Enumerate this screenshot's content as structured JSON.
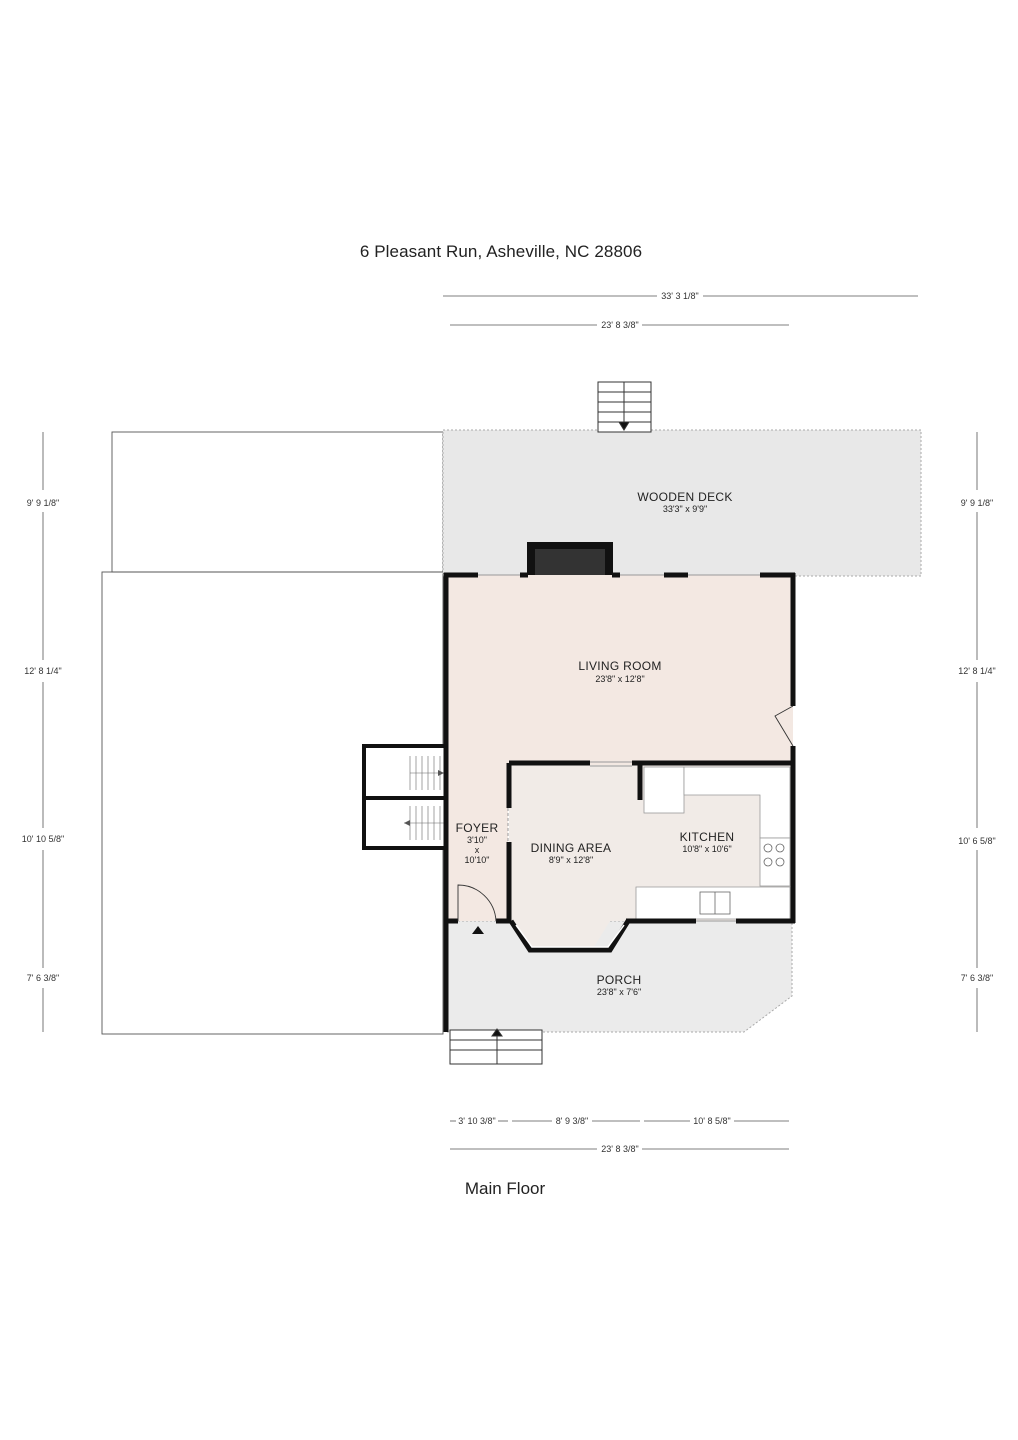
{
  "header": {
    "address": "6 Pleasant Run, Asheville, NC 28806"
  },
  "footer": {
    "floor_label": "Main Floor"
  },
  "dimensions": {
    "top_overall": "33' 3 1/8\"",
    "top_inner": "23' 8 3/8\"",
    "left_1": "9' 9 1/8\"",
    "left_2": "12' 8 1/4\"",
    "left_3": "10' 10 5/8\"",
    "left_4": "7' 6 3/8\"",
    "right_1": "9' 9 1/8\"",
    "right_2": "12' 8 1/4\"",
    "right_3": "10' 6 5/8\"",
    "right_4": "7' 6 3/8\"",
    "bottom_1": "3' 10 3/8\"",
    "bottom_2": "8' 9 3/8\"",
    "bottom_3": "10' 8 5/8\"",
    "bottom_overall": "23' 8 3/8\""
  },
  "rooms": {
    "deck": {
      "name": "WOODEN DECK",
      "size": "33'3\" x 9'9\""
    },
    "living": {
      "name": "LIVING ROOM",
      "size": "23'8\" x 12'8\""
    },
    "foyer": {
      "name": "FOYER",
      "size_w": "3'10\"",
      "size_x": "x",
      "size_h": "10'10\""
    },
    "dining": {
      "name": "DINING AREA",
      "size": "8'9\" x 12'8\""
    },
    "kitchen": {
      "name": "KITCHEN",
      "size": "10'8\" x 10'6\""
    },
    "porch": {
      "name": "PORCH",
      "size": "23'8\" x 7'6\""
    }
  },
  "colors": {
    "wall": "#111111",
    "living_fill": "#f3e8e2",
    "dining_fill": "#f1ebe7",
    "deck_fill": "#e8e8e8",
    "porch_fill": "#ebebeb"
  }
}
